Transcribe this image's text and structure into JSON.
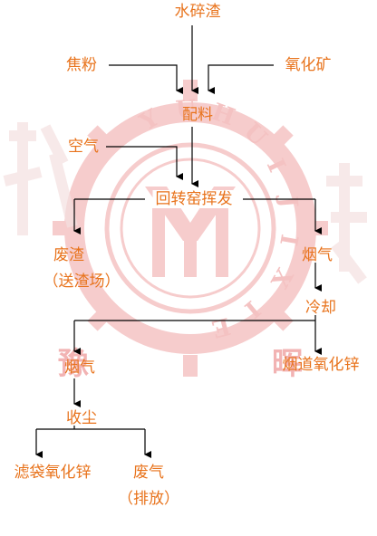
{
  "nodes": {
    "water_slag": "水碎渣",
    "coke_powder": "焦粉",
    "zinc_ore": "氧化矿",
    "batching": "配料",
    "air": "空气",
    "rotary_kiln": "回转窑挥发",
    "waste_slag": "废渣",
    "to_slag_yard": "（送渣场）",
    "flue_gas_1": "烟气",
    "cooling": "冷却",
    "flue_gas_2": "烟气",
    "flue_zinc_oxide": "烟道氧化锌",
    "dust_collection": "收尘",
    "filter_bag_zinc_oxide": "滤袋氧化锌",
    "waste_gas": "废气",
    "discharge": "（排放）"
  },
  "watermark": {
    "logo_letters": "YUHUIJIXIE",
    "chars": [
      "豫",
      "晖"
    ],
    "color": "#f4c2c2"
  },
  "colors": {
    "text": "#e8731c",
    "line": "#000000"
  }
}
